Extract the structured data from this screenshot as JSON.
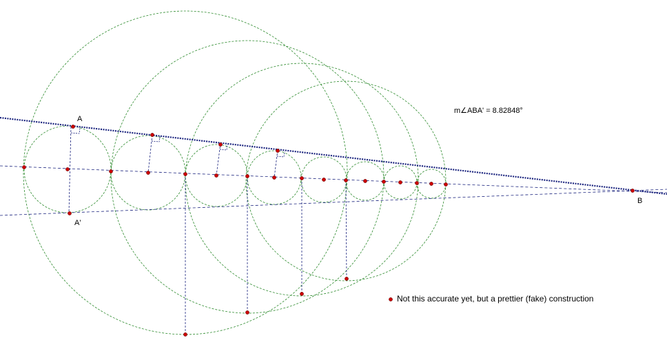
{
  "measurement": {
    "text": "m∠ABA' = 8.82848°"
  },
  "points": {
    "A": "A",
    "A_prime": "A'",
    "B": "B"
  },
  "note": {
    "text": "Not this accurate yet, but a prettier (fake) construction"
  },
  "colors": {
    "circle": "#2e8b2e",
    "line": "#1a237e",
    "dotted_line": "#1a237e",
    "point": "#cc0000",
    "construction": "#1a237e"
  }
}
